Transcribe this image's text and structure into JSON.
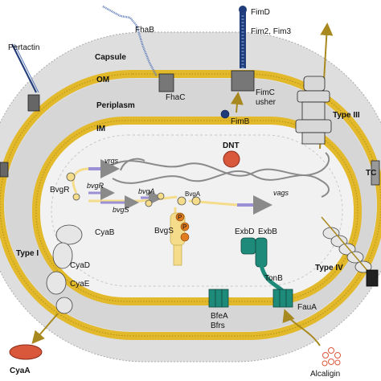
{
  "labels": {
    "pertactin": "Pertactin",
    "fhab": "FhaB",
    "fimd": "FimD",
    "fim23": "Fim2, Fim3",
    "capsule": "Capsule",
    "om": "OM",
    "periplasm": "Periplasm",
    "im": "IM",
    "fhac": "FhaC",
    "fimc": "FimC",
    "usher": "usher",
    "fimb": "FimB",
    "type3": "Type III",
    "dnt": "DNT",
    "tc": "TC",
    "vrgs": "vrgs",
    "vags": "vags",
    "bvgr_protein": "BvgR",
    "bvgr_gene": "bvgR",
    "bvgs_gene": "bvgS",
    "bvga_gene": "bvgA",
    "bvga_protein": "BvgA",
    "bvgs_protein": "BvgS",
    "p1": "P",
    "p2": "P",
    "cyab": "CyaB",
    "type1": "Type I",
    "cyad": "CyaD",
    "cyae": "CyaE",
    "exbd": "ExbD",
    "exbb": "ExbB",
    "tonb": "TonB",
    "type4": "Type IV",
    "bfea": "BfeA",
    "bfrs": "Bfrs",
    "faua": "FauA",
    "cyaa": "CyaA",
    "alcaligin": "Alcaligin"
  },
  "colors": {
    "membrane": "#e3b92c",
    "capsule": "#dedede",
    "periplasm": "#d4d4d4",
    "cytoplasm": "#f1f1f1",
    "dna": "#8a8a8a",
    "arrow": "#a8891f",
    "teal": "#1e8a7a",
    "navy": "#1f3b7a",
    "red": "#d9573b",
    "orange": "#e07b1f",
    "regulatory": "#f4dc8a"
  }
}
